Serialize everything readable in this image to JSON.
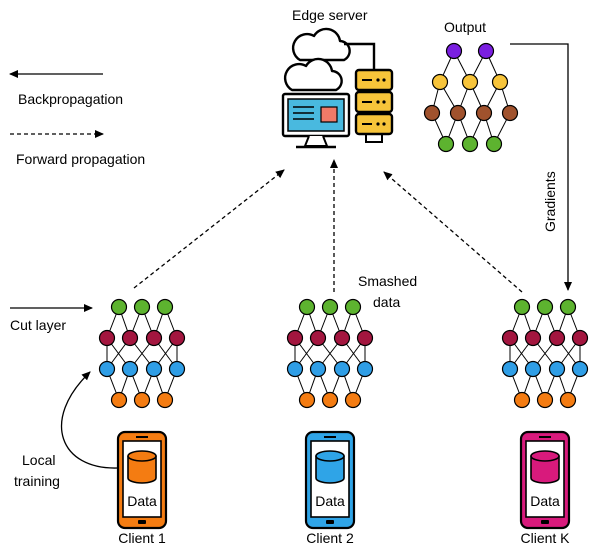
{
  "labels": {
    "edge_server": "Edge server",
    "output": "Output",
    "backpropagation": "Backpropagation",
    "forward_propagation": "Forward propagation",
    "gradients": "Gradients",
    "smashed_line1": "Smashed",
    "smashed_line2": "data",
    "cut_layer": "Cut layer",
    "local_line1": "Local",
    "local_line2": "training",
    "data": "Data"
  },
  "clients": [
    {
      "name": "Client 1",
      "color": "#f47c12"
    },
    {
      "name": "Client 2",
      "color": "#2fa4e7"
    },
    {
      "name": "Client K",
      "color": "#d81a7c"
    }
  ],
  "colors": {
    "green": "#5db32f",
    "crimson": "#a3163f",
    "blue": "#2f9ee6",
    "orange": "#f47c12",
    "purple": "#7a1fe0",
    "brown": "#a0522d",
    "yellow": "#f7c43a",
    "monitor": "#49b9df",
    "monitor_accent": "#ef7a68"
  },
  "icons": {
    "server": "edge-server-icon",
    "cloud": "cloud-icon",
    "phone": "smartphone-icon",
    "database": "database-icon"
  }
}
